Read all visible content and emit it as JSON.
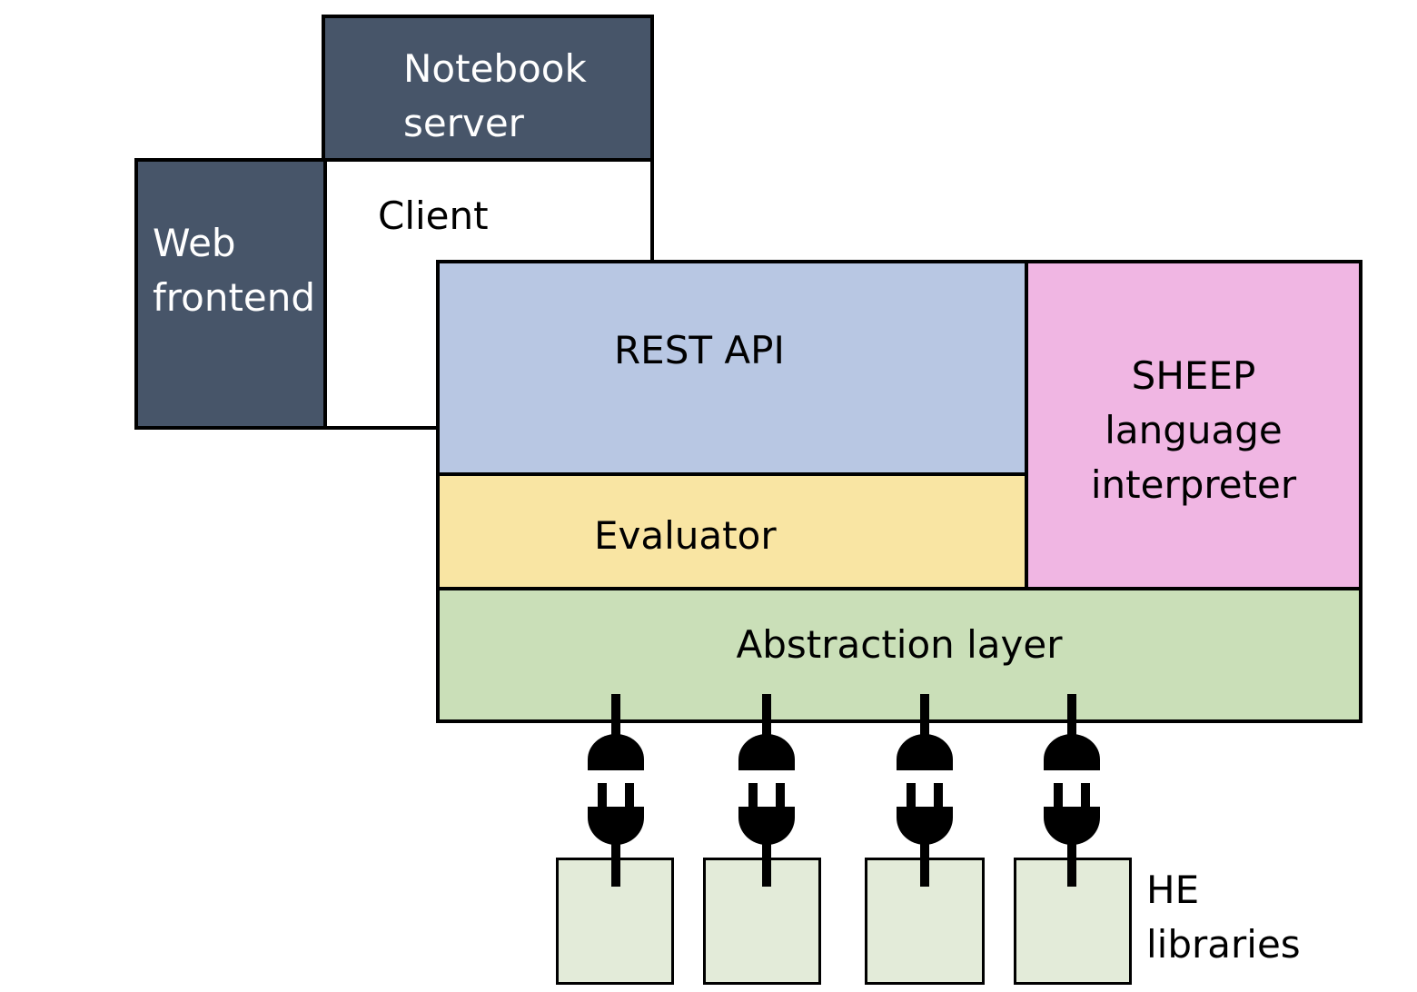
{
  "diagram": {
    "notebook_server": "Notebook\nserver",
    "client": "Client",
    "web_frontend": "Web\nfrontend",
    "rest_api": "REST API",
    "evaluator": "Evaluator",
    "sheep_interpreter": "SHEEP\nlanguage\ninterpreter",
    "abstraction_layer": "Abstraction layer",
    "he_libraries": "HE\nlibraries",
    "he_library_count": 4,
    "colors": {
      "dark_box": "#475569",
      "rest_api": "#b8c7e3",
      "evaluator": "#f9e5a3",
      "sheep": "#f0b6e3",
      "abstraction": "#cadfb8",
      "he_library": "#e3ebd9"
    }
  }
}
